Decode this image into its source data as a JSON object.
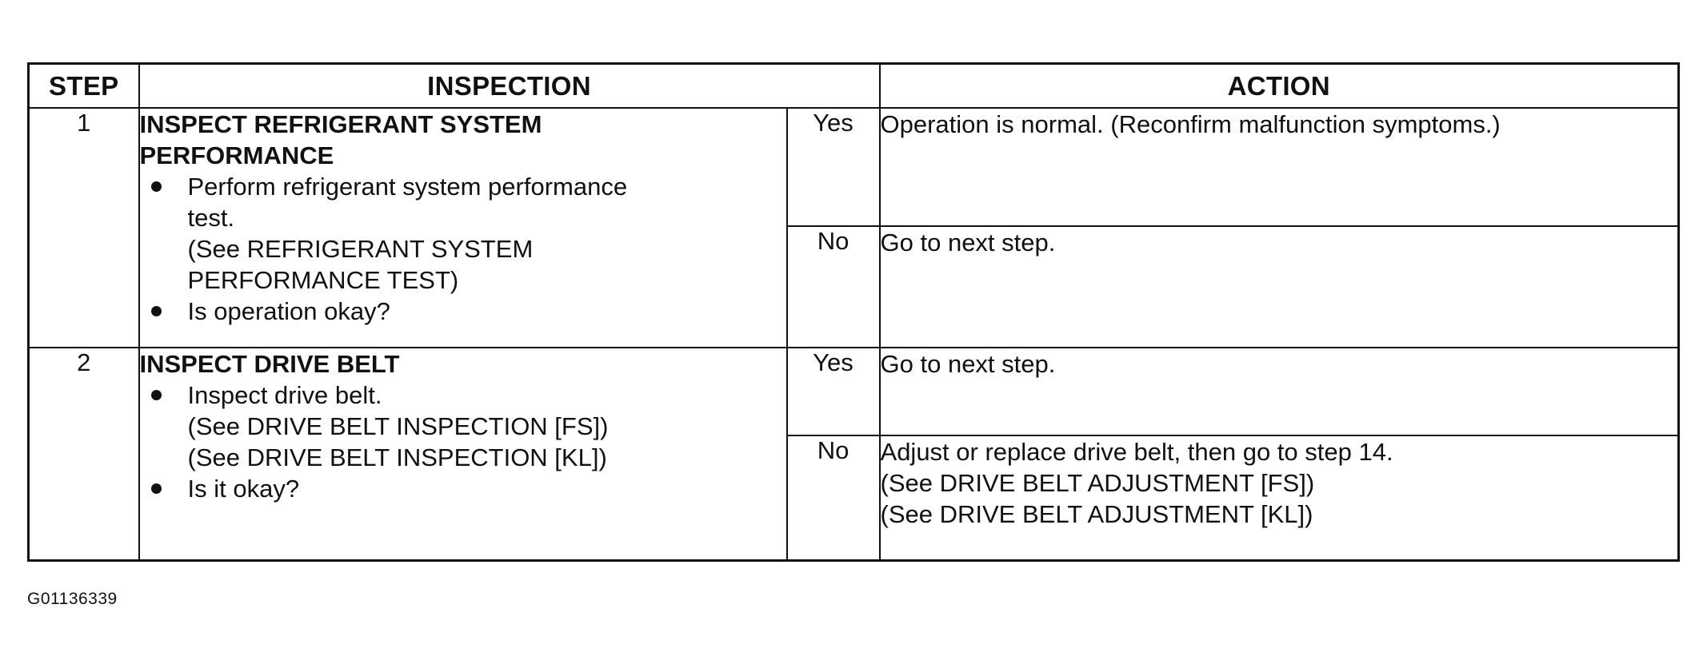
{
  "headers": {
    "step": "STEP",
    "inspection": "INSPECTION",
    "action": "ACTION"
  },
  "steps": [
    {
      "number": "1",
      "title_line1": "INSPECT REFRIGERANT SYSTEM",
      "title_line2": "PERFORMANCE",
      "bullet1_line1": "Perform refrigerant system performance",
      "bullet1_line2": "test.",
      "ref1": "(See REFRIGERANT SYSTEM",
      "ref2": "PERFORMANCE TEST)",
      "bullet2": "Is operation okay?",
      "yes_label": "Yes",
      "yes_action": [
        "Operation is normal. (Reconfirm malfunction symptoms.)"
      ],
      "no_label": "No",
      "no_action": [
        "Go to next step."
      ]
    },
    {
      "number": "2",
      "title_line1": "INSPECT DRIVE BELT",
      "bullet1": "Inspect drive belt.",
      "ref1": "(See DRIVE BELT INSPECTION [FS])",
      "ref2": "(See  DRIVE BELT INSPECTION [KL])",
      "bullet2": "Is it okay?",
      "yes_label": "Yes",
      "yes_action": [
        "Go to next step."
      ],
      "no_label": "No",
      "no_action": [
        "Adjust or replace drive belt, then go to step 14.",
        "(See DRIVE BELT ADJUSTMENT [FS])",
        "(See DRIVE BELT ADJUSTMENT [KL])"
      ]
    }
  ],
  "figure_code": "G01136339"
}
